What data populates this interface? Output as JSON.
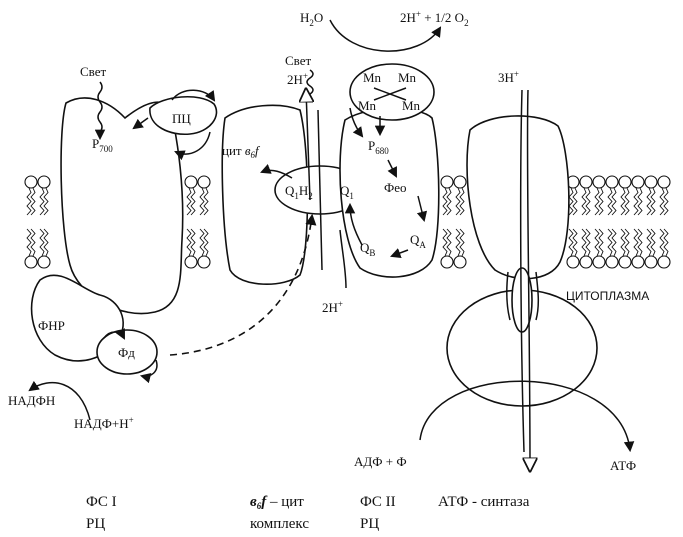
{
  "labels": {
    "light_left": "Свет",
    "p700": "P",
    "p700_sub": "700",
    "pc": "ПЦ",
    "cyt_prefix": "цит ",
    "cyt_b": "в",
    "cyt_b_sub": "6",
    "cyt_f": "f",
    "light_mid": "Свет",
    "two_h_top": "2H",
    "plus": "+",
    "h2o": "H",
    "h2o_sub": "2",
    "h2o_o": "O",
    "o2_left": "2H",
    "o2_right": " + 1/2 O",
    "o2_sub": "2",
    "mn": "Mn",
    "p680": "P",
    "p680_sub": "680",
    "feo": "Фео",
    "qa": "Q",
    "qa_sub": "A",
    "qb": "Q",
    "qb_sub": "B",
    "q1h2": "Q",
    "q1h2_sub1": "1",
    "q1h2_h": "H",
    "q1h2_sub2": "2",
    "q1": "Q",
    "q1_sub": "1",
    "two_h_bottom": "2H",
    "three_h": "3H",
    "cytoplasm": "ЦИТОПЛАЗМА",
    "fnr": "ФНР",
    "fd": "Фд",
    "nadph": "НАДФН",
    "nadp": "НАДФ+Н",
    "adp": "АДФ + Ф",
    "atp": "АТФ"
  },
  "captions": {
    "ps1_line1": "ФС I",
    "ps1_line2": "РЦ",
    "b6f_b": "в",
    "b6f_b_sub": "6",
    "b6f_f": "f",
    "b6f_line1_rest": " – цит",
    "b6f_line2": "комплекс",
    "ps2_line1": "ФС II",
    "ps2_line2": "РЦ",
    "atp_synthase": "АТФ - синтаза"
  }
}
